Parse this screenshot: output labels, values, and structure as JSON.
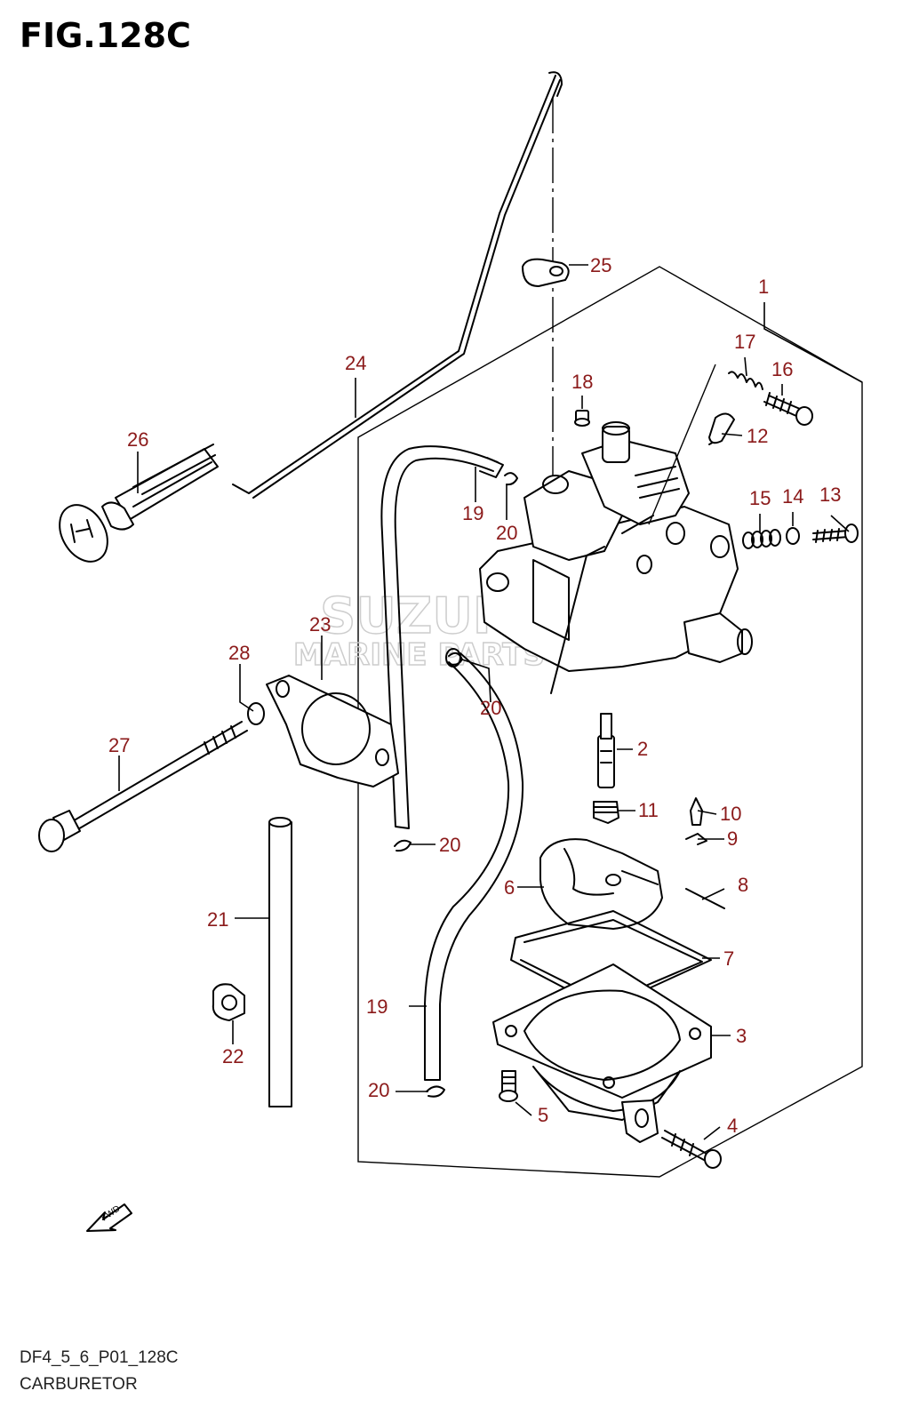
{
  "figure": {
    "title": "FIG.128C",
    "model_code": "DF4_5_6_P01_128C",
    "section_name": "CARBURETOR"
  },
  "watermark": {
    "line1": "SUZUKI",
    "line2": "MARINE PARTS"
  },
  "fwd_arrow_label": "FWD",
  "callouts": {
    "c1": "1",
    "c2": "2",
    "c3": "3",
    "c4": "4",
    "c5": "5",
    "c6": "6",
    "c7": "7",
    "c8": "8",
    "c9": "9",
    "c10": "10",
    "c11": "11",
    "c12": "12",
    "c13": "13",
    "c14": "14",
    "c15": "15",
    "c16": "16",
    "c17": "17",
    "c18": "18",
    "c19a": "19",
    "c19b": "19",
    "c20a": "20",
    "c20b": "20",
    "c20c": "20",
    "c20d": "20",
    "c21": "21",
    "c22": "22",
    "c23": "23",
    "c24": "24",
    "c25": "25",
    "c26": "26",
    "c27": "27",
    "c28": "28"
  },
  "colors": {
    "callout_text": "#8b1a1a",
    "line": "#000000",
    "watermark": "#c8c8c8"
  }
}
